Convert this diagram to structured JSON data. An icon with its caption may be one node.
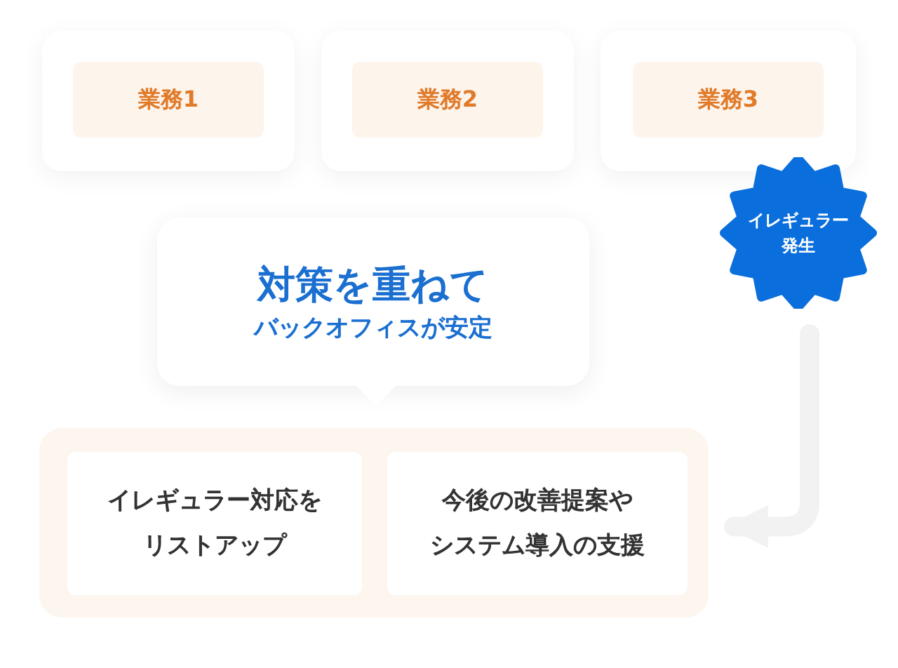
{
  "diagram": {
    "nodes": [
      {
        "text": [],
        "shape": "box"
      },
      {
        "text": [
          "業務1"
        ],
        "in": 0
      },
      {
        "text": [],
        "shape": "box"
      },
      {
        "text": [
          "業務2"
        ],
        "in": 2
      },
      {
        "text": [],
        "shape": "box"
      },
      {
        "text": [
          "業務3"
        ],
        "in": 4
      },
      {
        "text": [
          "イレギュラー発生"
        ]
      },
      {
        "text": [
          "対策を重ねて",
          "バックオフィスが安定"
        ]
      },
      {
        "text": [],
        "shape": "box"
      },
      {
        "text": [
          "イレギュラー対応をリストアップ"
        ],
        "in": 8
      },
      {
        "text": [
          "今後の改善提案やシステム導入の支援"
        ],
        "in": 8
      }
    ],
    "edges": [
      {
        "from": 6,
        "to": 8,
        "arrow": "to"
      }
    ]
  }
}
